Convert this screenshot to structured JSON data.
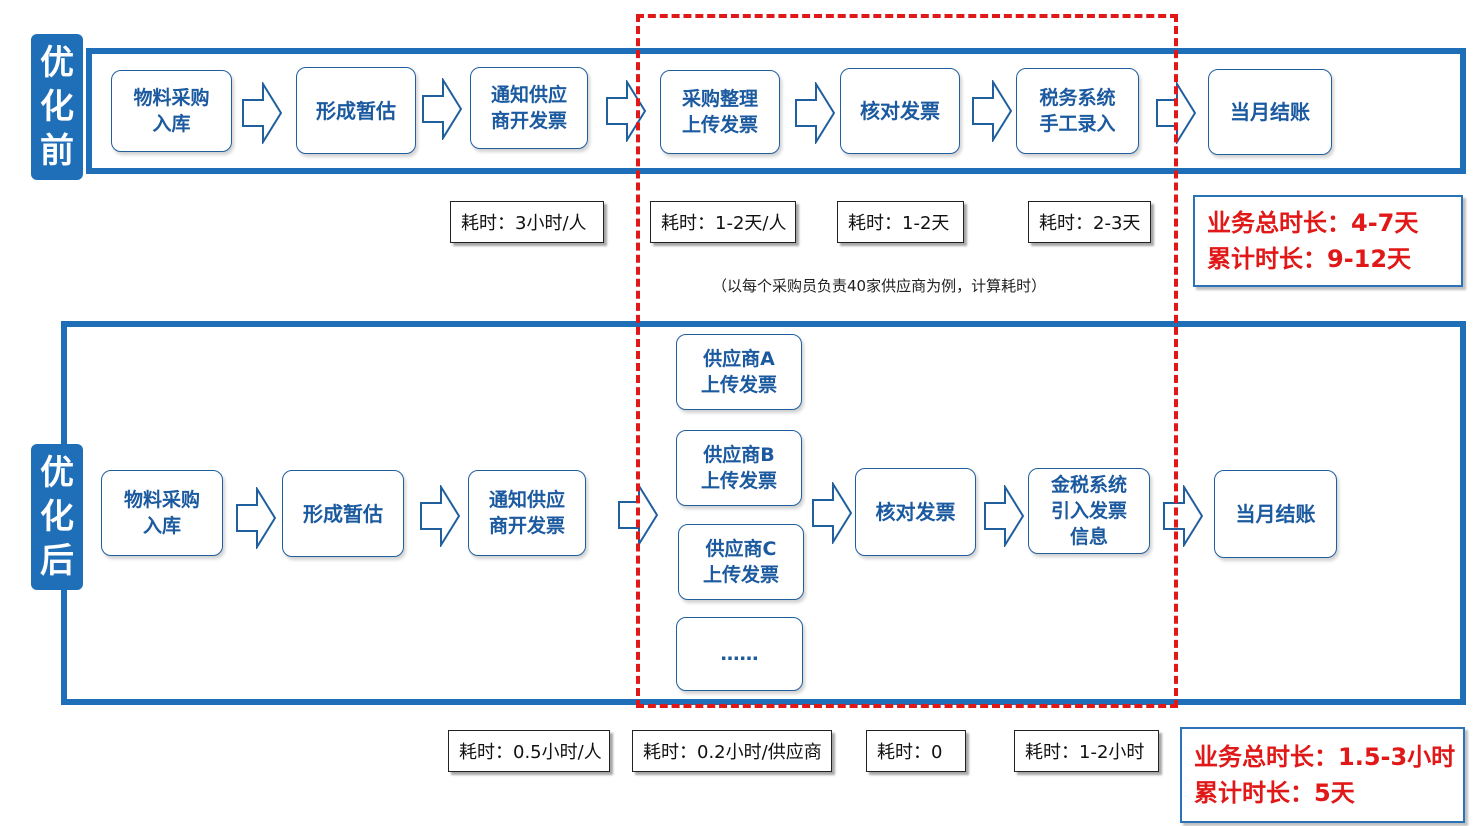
{
  "before": {
    "label": [
      "优",
      "化",
      "前"
    ],
    "steps": [
      "物料采购\n入库",
      "形成暂估",
      "通知供应\n商开发票",
      "采购整理\n上传发票",
      "核对发票",
      "税务系统\n手工录入",
      "当月结账"
    ],
    "times": [
      "耗时：3小时/人",
      "耗时：1-2天/人",
      "耗时：1-2天",
      "耗时：2-3天"
    ],
    "note": "（以每个采购员负责40家供应商为例，计算耗时）",
    "summary": [
      "业务总时长：4-7天",
      "累计时长：9-12天"
    ]
  },
  "after": {
    "label": [
      "优",
      "化",
      "后"
    ],
    "steps": [
      "物料采购\n入库",
      "形成暂估",
      "通知供应\n商开发票",
      "核对发票",
      "金税系统\n引入发票\n信息",
      "当月结账"
    ],
    "suppliers": [
      "供应商A\n上传发票",
      "供应商B\n上传发票",
      "供应商C\n上传发票",
      "……"
    ],
    "times": [
      "耗时：0.5小时/人",
      "耗时：0.2小时/供应商",
      "耗时：0",
      "耗时：1-2小时"
    ],
    "summary": [
      "业务总时长：1.5-3小时",
      "累计时长：5天"
    ]
  },
  "colors": {
    "frame": "#1f6fb8",
    "step_text": "#1c5aa0",
    "highlight": "#e01818"
  }
}
